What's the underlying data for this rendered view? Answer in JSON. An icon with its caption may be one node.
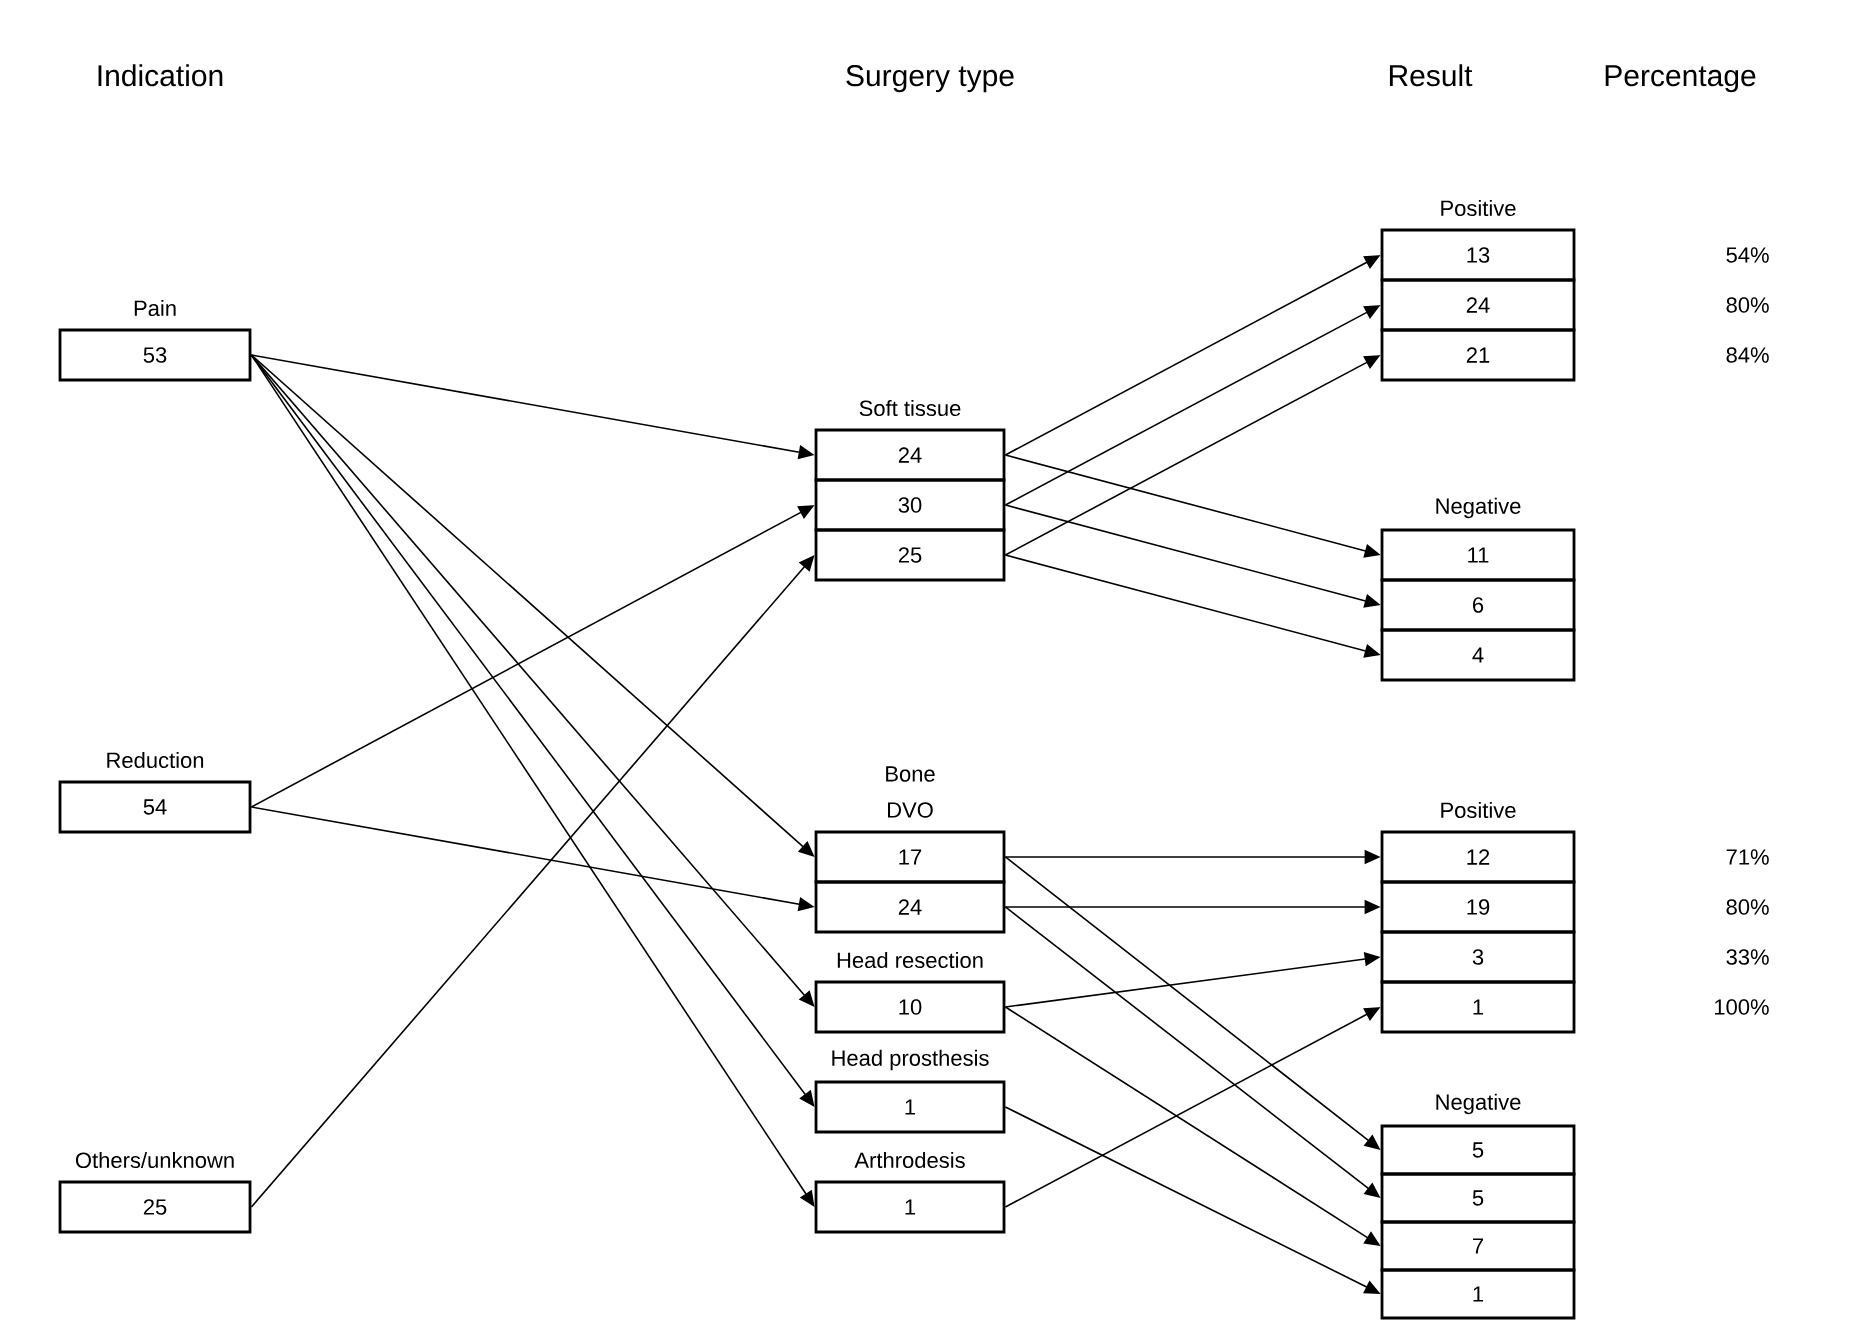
{
  "diagram": {
    "nodes": [
      {
        "text": [
          "Pain",
          "53"
        ]
      },
      {
        "text": [
          "Reduction",
          "54"
        ]
      },
      {
        "text": [
          "Others/unknown",
          "25"
        ]
      },
      {
        "text": [
          "Soft tissue",
          "24"
        ]
      },
      {
        "text": [
          "30"
        ]
      },
      {
        "text": [
          "25"
        ]
      },
      {
        "text": [
          "DVO",
          "17"
        ]
      },
      {
        "text": [
          "24"
        ]
      },
      {
        "text": [
          "Head resection",
          "10"
        ]
      },
      {
        "text": [
          "Head prosthesis",
          "1"
        ]
      },
      {
        "text": [
          "Arthrodesis",
          "1"
        ]
      },
      {
        "text": [
          "Positive",
          "13"
        ]
      },
      {
        "text": [
          "24"
        ]
      },
      {
        "text": [
          "21"
        ]
      },
      {
        "text": [
          "Negative",
          "11"
        ]
      },
      {
        "text": [
          "6"
        ]
      },
      {
        "text": [
          "4"
        ]
      },
      {
        "text": [
          "Positive",
          "12"
        ]
      },
      {
        "text": [
          "19"
        ]
      },
      {
        "text": [
          "3"
        ]
      },
      {
        "text": [
          "1"
        ]
      },
      {
        "text": [
          "Negative",
          "5"
        ]
      },
      {
        "text": [
          "5"
        ]
      },
      {
        "text": [
          "7"
        ]
      },
      {
        "text": [
          "1"
        ]
      }
    ],
    "edges": [
      {
        "from": 0,
        "to": 3,
        "arrow": "to"
      },
      {
        "from": 0,
        "to": 6,
        "arrow": "to"
      },
      {
        "from": 0,
        "to": 8,
        "arrow": "to"
      },
      {
        "from": 0,
        "to": 9,
        "arrow": "to"
      },
      {
        "from": 0,
        "to": 10,
        "arrow": "to"
      },
      {
        "from": 1,
        "to": 4,
        "arrow": "to"
      },
      {
        "from": 1,
        "to": 7,
        "arrow": "to"
      },
      {
        "from": 2,
        "to": 5,
        "arrow": "to"
      },
      {
        "from": 3,
        "to": 11,
        "arrow": "to"
      },
      {
        "from": 3,
        "to": 14,
        "arrow": "to"
      },
      {
        "from": 4,
        "to": 12,
        "arrow": "to"
      },
      {
        "from": 4,
        "to": 15,
        "arrow": "to"
      },
      {
        "from": 5,
        "to": 13,
        "arrow": "to"
      },
      {
        "from": 5,
        "to": 16,
        "arrow": "to"
      },
      {
        "from": 6,
        "to": 17,
        "arrow": "to"
      },
      {
        "from": 6,
        "to": 21,
        "arrow": "to"
      },
      {
        "from": 7,
        "to": 18,
        "arrow": "to"
      },
      {
        "from": 7,
        "to": 22,
        "arrow": "to"
      },
      {
        "from": 8,
        "to": 19,
        "arrow": "to"
      },
      {
        "from": 8,
        "to": 23,
        "arrow": "to"
      },
      {
        "from": 9,
        "to": 24,
        "arrow": "to"
      },
      {
        "from": 10,
        "to": 20,
        "arrow": "to"
      }
    ],
    "labels": [
      "Indication",
      "Surgery type",
      "Result",
      "Percentage",
      "54%",
      "80%",
      "84%",
      "Bone",
      "71%",
      "80%",
      "33%",
      "100%"
    ]
  }
}
